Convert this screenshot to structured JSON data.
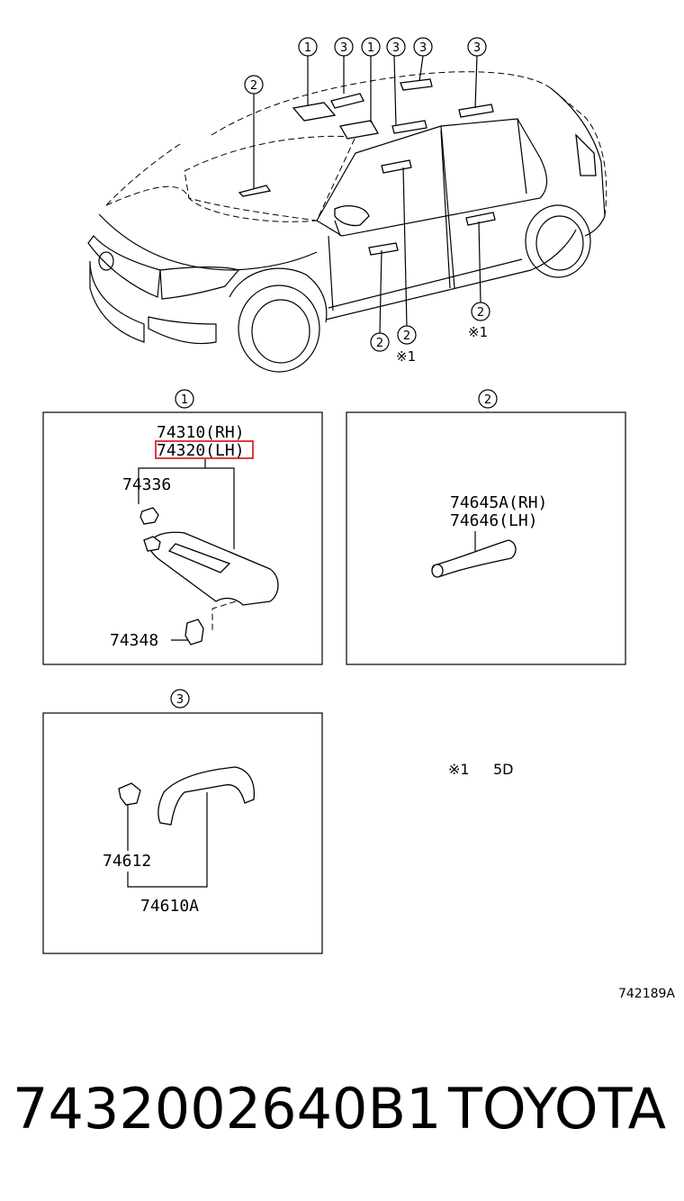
{
  "callouts": {
    "one": "1",
    "two": "2",
    "three": "3"
  },
  "car_notes": {
    "rear_door_note": "※1",
    "front_door_note": "※1"
  },
  "panel1": {
    "header": "1",
    "part_rh": "74310(RH)",
    "part_lh": "74320(LH)",
    "clip": "74336",
    "holder": "74348"
  },
  "panel2": {
    "header": "2",
    "part_rh": "74645A(RH)",
    "part_lh": "74646(LH)"
  },
  "panel3": {
    "header": "3",
    "cover": "74612",
    "grip": "74610A"
  },
  "note": {
    "mark": "※1",
    "text": "5D"
  },
  "diagram_code": "742189A",
  "footer": {
    "part_number": "7432002640B1",
    "brand": "TOYOTA"
  },
  "highlight_color": "#e0242c"
}
